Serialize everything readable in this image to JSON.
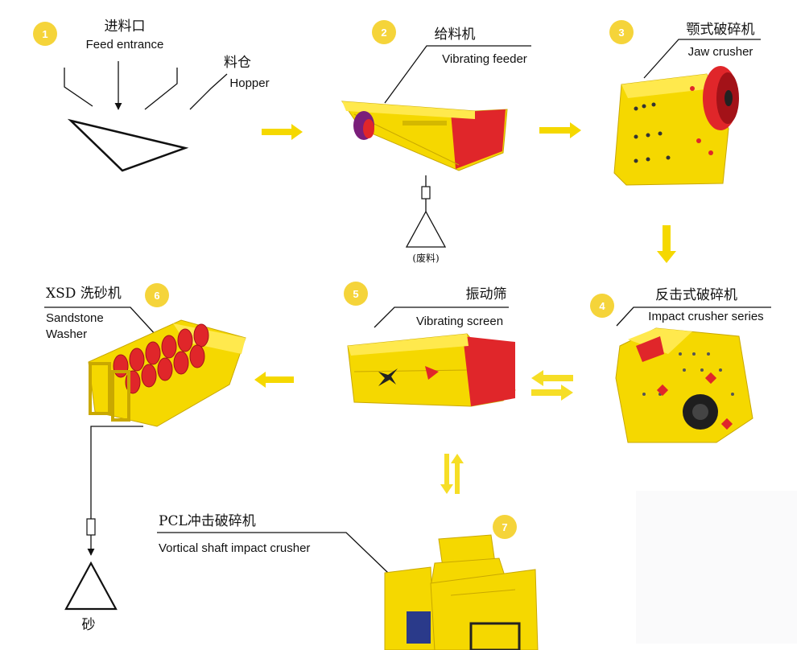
{
  "colors": {
    "machine_yellow": "#f5d800",
    "machine_red": "#e0262a",
    "badge_yellow": "#f5d43a",
    "arrow_yellow": "#f5d800"
  },
  "stages": [
    {
      "number": "1",
      "zh": "进料口",
      "en": "Feed entrance"
    },
    {
      "number": "2",
      "zh": "给料机",
      "en": "Vibrating feeder"
    },
    {
      "number": "3",
      "zh": "颚式破碎机",
      "en": "Jaw crusher"
    },
    {
      "number": "4",
      "zh": "反击式破碎机",
      "en": "Impact crusher series"
    },
    {
      "number": "5",
      "zh": "振动筛",
      "en": "Vibrating screen"
    },
    {
      "number": "6",
      "zh": "XSD 洗砂机",
      "en_line1": "Sandstone",
      "en_line2": "Washer"
    },
    {
      "number": "7",
      "zh": "PCL冲击破碎机",
      "en": "Vortical shaft impact crusher"
    }
  ],
  "hopper": {
    "zh": "料仓",
    "en": "Hopper"
  },
  "waste_label": "(废料)",
  "sand_label": "砂"
}
